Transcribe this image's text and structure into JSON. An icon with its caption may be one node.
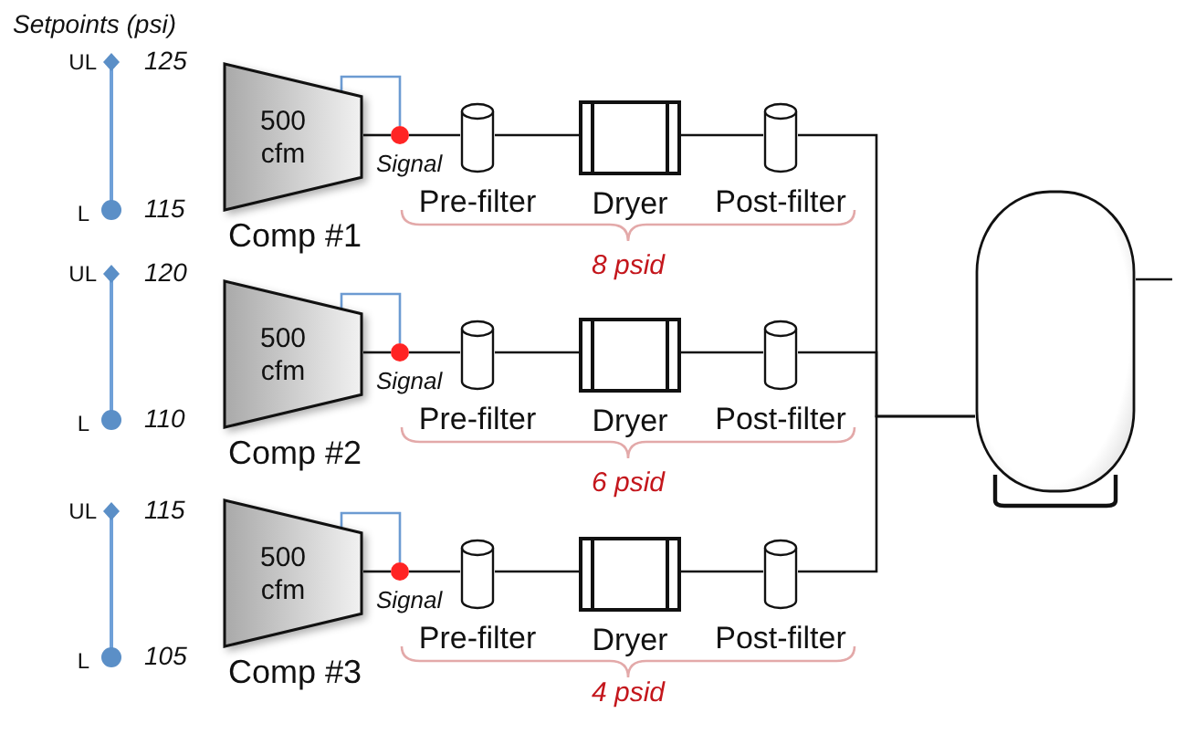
{
  "diagram": {
    "nodes": [
      {
        "text": [
          "500 cfm"
        ],
        "beside": [
          "Comp #1"
        ]
      },
      {
        "text": [],
        "shape": "circle",
        "beside": [
          "Signal"
        ]
      },
      {
        "text": [],
        "shape": "cylinder",
        "beside": [
          "Pre-filter"
        ]
      },
      {
        "text": [],
        "shape": "box",
        "beside": [
          "Dryer"
        ]
      },
      {
        "text": [],
        "shape": "cylinder",
        "beside": [
          "Post-filter"
        ]
      },
      {
        "text": [
          "500 cfm"
        ],
        "beside": [
          "Comp #2"
        ]
      },
      {
        "text": [],
        "shape": "circle",
        "beside": [
          "Signal"
        ]
      },
      {
        "text": [],
        "shape": "cylinder",
        "beside": [
          "Pre-filter"
        ]
      },
      {
        "text": [],
        "shape": "box",
        "beside": [
          "Dryer"
        ]
      },
      {
        "text": [],
        "shape": "cylinder",
        "beside": [
          "Post-filter"
        ]
      },
      {
        "text": [
          "500 cfm"
        ],
        "beside": [
          "Comp #3"
        ]
      },
      {
        "text": [],
        "shape": "circle",
        "beside": [
          "Signal"
        ]
      },
      {
        "text": [],
        "shape": "cylinder",
        "beside": [
          "Pre-filter"
        ]
      },
      {
        "text": [],
        "shape": "box",
        "beside": [
          "Dryer"
        ]
      },
      {
        "text": [],
        "shape": "cylinder",
        "beside": [
          "Post-filter"
        ]
      },
      {
        "text": [],
        "shape": "tank"
      }
    ],
    "edges": [
      {
        "from": 0,
        "to": 1,
        "arrow": "none"
      },
      {
        "from": 1,
        "to": 0,
        "arrow": "none",
        "color": "#6c9bd2"
      },
      {
        "from": 1,
        "to": 2,
        "arrow": "none"
      },
      {
        "from": 2,
        "to": 3,
        "arrow": "none"
      },
      {
        "from": 3,
        "to": 4,
        "arrow": "none"
      },
      {
        "from": 4,
        "to": 15,
        "arrow": "none"
      },
      {
        "from": 5,
        "to": 6,
        "arrow": "none"
      },
      {
        "from": 6,
        "to": 5,
        "arrow": "none",
        "color": "#6c9bd2"
      },
      {
        "from": 6,
        "to": 7,
        "arrow": "none"
      },
      {
        "from": 7,
        "to": 8,
        "arrow": "none"
      },
      {
        "from": 8,
        "to": 9,
        "arrow": "none"
      },
      {
        "from": 9,
        "to": 15,
        "arrow": "none"
      },
      {
        "from": 10,
        "to": 11,
        "arrow": "none"
      },
      {
        "from": 11,
        "to": 10,
        "arrow": "none",
        "color": "#6c9bd2"
      },
      {
        "from": 11,
        "to": 12,
        "arrow": "none"
      },
      {
        "from": 12,
        "to": 13,
        "arrow": "none"
      },
      {
        "from": 13,
        "to": 14,
        "arrow": "none"
      },
      {
        "from": 14,
        "to": 15,
        "arrow": "none"
      },
      {
        "from": 15,
        "to": null,
        "arrow": "none"
      }
    ],
    "labels": [
      "Setpoints (psi)",
      "UL",
      "125",
      "L",
      "115",
      "8 psid",
      "UL",
      "120",
      "L",
      "110",
      "6 psid",
      "UL",
      "115",
      "L",
      "105",
      "4 psid"
    ]
  }
}
